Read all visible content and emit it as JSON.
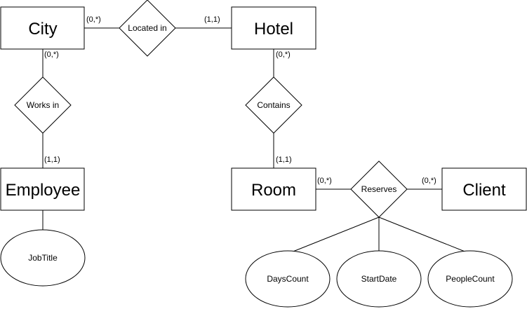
{
  "entities": {
    "city": "City",
    "hotel": "Hotel",
    "employee": "Employee",
    "room": "Room",
    "client": "Client"
  },
  "relationships": {
    "located_in": "Located in",
    "works_in": "Works in",
    "contains": "Contains",
    "reserves": "Reserves"
  },
  "attributes": {
    "job_title": "JobTitle",
    "days_count": "DaysCount",
    "start_date": "StartDate",
    "people_count": "PeopleCount"
  },
  "cardinalities": {
    "city_located_in": "(0,*)",
    "hotel_located_in": "(1,1)",
    "city_works_in": "(0,*)",
    "employee_works_in": "(1,1)",
    "hotel_contains": "(0,*)",
    "room_contains": "(1,1)",
    "room_reserves": "(0,*)",
    "client_reserves": "(0,*)"
  }
}
